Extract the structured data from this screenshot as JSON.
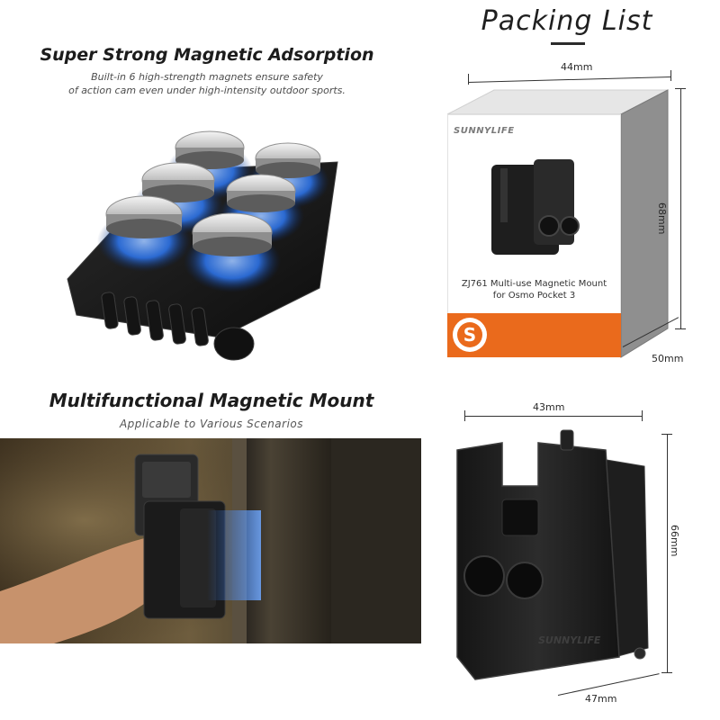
{
  "adsorption": {
    "title": "Super Strong Magnetic Adsorption",
    "subtitle_line1": "Built-in 6 high-strength magnets ensure safety",
    "subtitle_line2": "of action cam even under high-intensity outdoor sports."
  },
  "mount": {
    "title": "Multifunctional Magnetic Mount",
    "subtitle": "Applicable to Various Scenarios"
  },
  "packing": {
    "title": "Packing List",
    "box": {
      "brand": "SUNNYLIFE",
      "product_line1": "ZJ761 Multi-use Magnetic Mount",
      "product_line2": "for Osmo Pocket 3",
      "width": "44mm",
      "height": "68mm",
      "depth": "50mm"
    },
    "mount_dims": {
      "width": "43mm",
      "height": "66mm",
      "depth": "47mm"
    }
  },
  "colors": {
    "accent_orange": "#ea6a1c",
    "magnet_glow": "#2f7dff",
    "dark_plastic": "#1b1b1b"
  }
}
